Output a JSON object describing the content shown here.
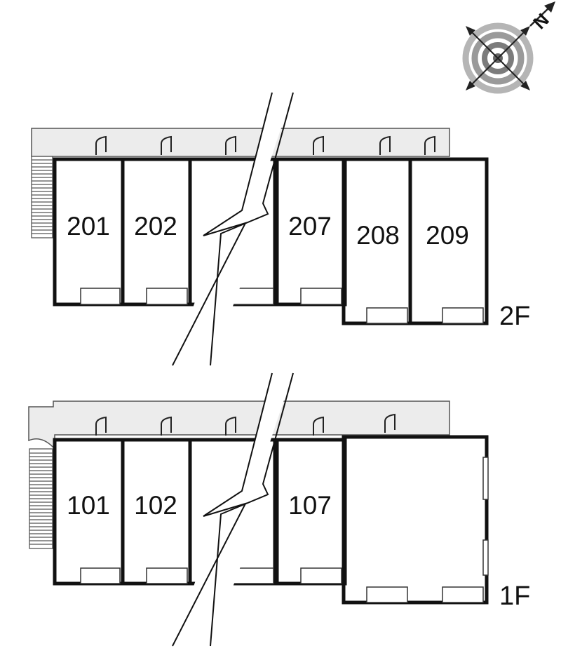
{
  "compass": {
    "label": "N",
    "icon": "compass-rose-icon"
  },
  "floors": [
    {
      "id": "2f",
      "label": "2F",
      "rooms": [
        "201",
        "202",
        "207",
        "208",
        "209"
      ]
    },
    {
      "id": "1f",
      "label": "1F",
      "rooms": [
        "101",
        "102",
        "107"
      ]
    }
  ],
  "colors": {
    "wall": "#111111",
    "corridor": "#ececec",
    "compass_gray": "#999999"
  }
}
